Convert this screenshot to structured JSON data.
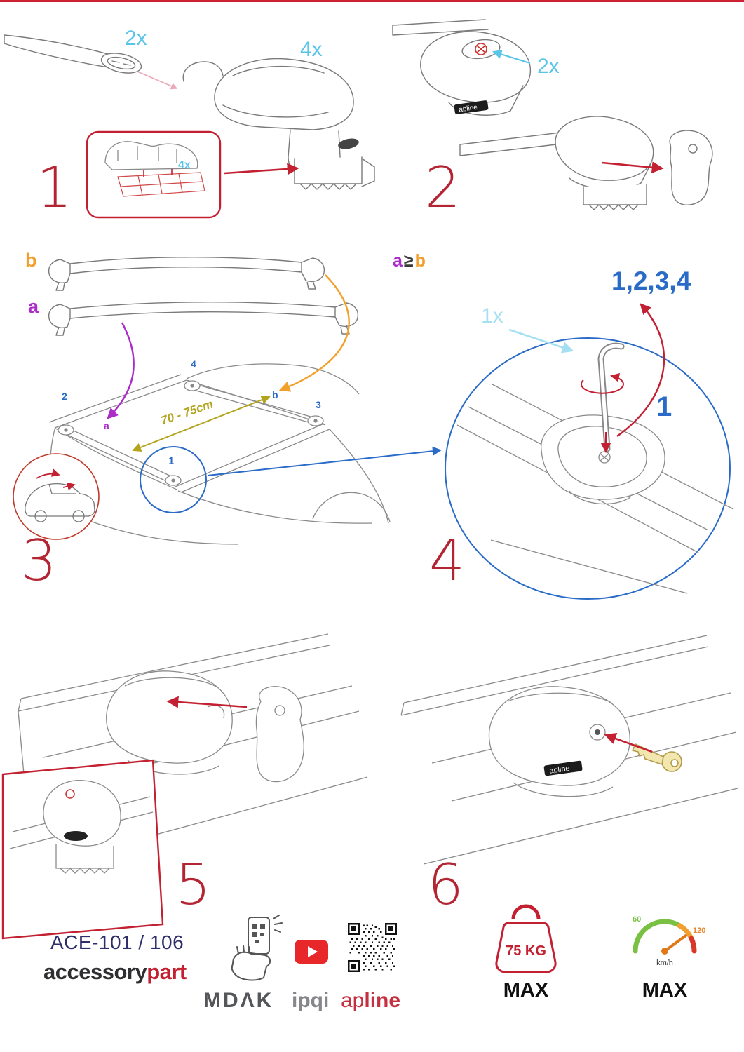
{
  "product": {
    "logo": "apline"
  },
  "step1": {
    "number": "1",
    "bar_qty": "2x",
    "foot_qty": "4x",
    "inset_qty": "4x"
  },
  "step2": {
    "number": "2",
    "screw_qty": "2x"
  },
  "step3": {
    "number": "3",
    "bar_b_label": "b",
    "bar_a_label": "a",
    "dim_label": "70 - 75cm",
    "pos_1": "1",
    "pos_2": "2",
    "pos_3": "3",
    "pos_4": "4",
    "roof_a_label": "a",
    "roof_b_label": "b"
  },
  "step4": {
    "number": "4",
    "cond_a": "a",
    "cond_ge": "≥",
    "cond_b": "b",
    "order_label": "1,2,3,4",
    "key_qty": "1x",
    "first_label": "1"
  },
  "step5": {
    "number": "5"
  },
  "step6": {
    "number": "6"
  },
  "footer": {
    "model": "ACE-101 / 106",
    "brand_part1": "accessory",
    "brand_part2": "part",
    "mdak": "MDΛK",
    "ipqi": "ipqi",
    "apline_part1": "ap",
    "apline_part2": "line",
    "weight_value": "75 KG",
    "weight_max": "MAX",
    "speed_low": "60",
    "speed_high": "120",
    "speed_unit": "km/h",
    "speed_max": "MAX"
  }
}
